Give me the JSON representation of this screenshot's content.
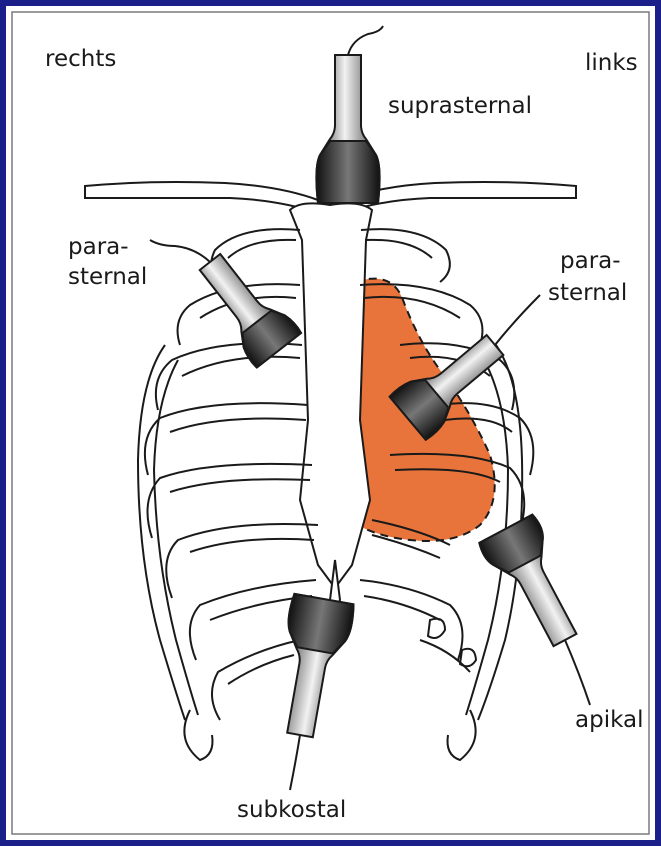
{
  "labels": {
    "right_side": "rechts",
    "left_side": "links",
    "suprasternal": "suprasternal",
    "parasternal_right_line1": "para-",
    "parasternal_right_line2": "sternal",
    "parasternal_left_line1": "para-",
    "parasternal_left_line2": "sternal",
    "apical": "apikal",
    "subcostal": "subkostal"
  },
  "colors": {
    "frame_border": "#1b1f8a",
    "heart_fill": "#e8743b",
    "outline": "#1a1a1a"
  },
  "icons": {
    "transducer": "ultrasound-probe-icon"
  }
}
